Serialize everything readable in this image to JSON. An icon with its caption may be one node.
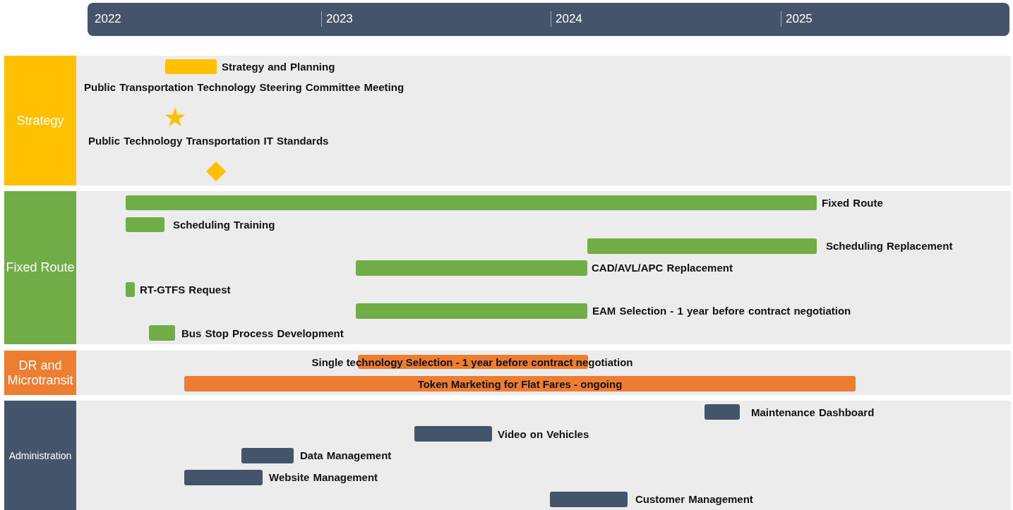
{
  "diagram": {
    "nodes": [
      {
        "text": [
          "Strategy"
        ]
      },
      {
        "text": [],
        "shape": "bar",
        "beside": [
          "Strategy and Planning"
        ],
        "in": 0
      },
      {
        "text": [],
        "shape": "star",
        "beside": [
          "Public Transportation  Technology  Steering Committee Meeting"
        ],
        "in": 0
      },
      {
        "text": [],
        "shape": "diamond",
        "beside": [
          "Public Technology  Transportation  IT  Standards"
        ],
        "in": 0
      },
      {
        "text": [
          "Fixed Route"
        ]
      },
      {
        "text": [],
        "shape": "bar",
        "beside": [
          "Fixed Route"
        ],
        "in": 4
      },
      {
        "text": [],
        "shape": "bar",
        "beside": [
          "Scheduling Training"
        ],
        "in": 4
      },
      {
        "text": [],
        "shape": "bar",
        "beside": [
          "Scheduling Replacement"
        ],
        "in": 4
      },
      {
        "text": [],
        "shape": "bar",
        "beside": [
          "CAD/AVL/APC  Replacement"
        ],
        "in": 4
      },
      {
        "text": [],
        "shape": "bar",
        "beside": [
          "RT-GTFS Request"
        ],
        "in": 4
      },
      {
        "text": [],
        "shape": "bar",
        "beside": [
          "EAM  Selection - 1 year before contract  negotiation"
        ],
        "in": 4
      },
      {
        "text": [],
        "shape": "bar",
        "beside": [
          "Bus  Stop Process  Development"
        ],
        "in": 4
      },
      {
        "text": [
          "DR and Microtransit"
        ]
      },
      {
        "text": [
          "Single technology  Selection - 1 year before contract  negotiation"
        ],
        "in": 12
      },
      {
        "text": [
          "Token Marketing for  Flat Fares - ongoing"
        ],
        "in": 12
      },
      {
        "text": [
          "Administration"
        ]
      },
      {
        "text": [],
        "shape": "bar",
        "beside": [
          "Maintenance Dashboard"
        ],
        "in": 15
      },
      {
        "text": [],
        "shape": "bar",
        "beside": [
          "Video on Vehicles"
        ],
        "in": 15
      },
      {
        "text": [],
        "shape": "bar",
        "beside": [
          "Data Management"
        ],
        "in": 15
      },
      {
        "text": [],
        "shape": "bar",
        "beside": [
          "Website Management"
        ],
        "in": 15
      },
      {
        "text": [],
        "shape": "bar",
        "beside": [
          "Customer  Management"
        ],
        "in": 15
      }
    ],
    "labels": [
      "2022",
      "2023",
      "2024",
      "2025"
    ]
  }
}
